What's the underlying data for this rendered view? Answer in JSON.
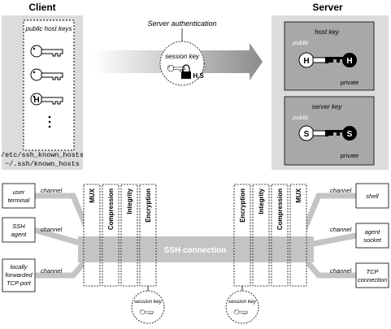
{
  "client": {
    "title": "Client",
    "public_host_keys_label": "public host keys",
    "key_letter": "H",
    "files": [
      "/etc/ssh_known_hosts",
      "~/.ssh/known_hosts"
    ]
  },
  "server": {
    "title": "Server",
    "host_key_label": "host key",
    "server_key_label": "server key",
    "public_label": "public",
    "private_label": "private",
    "host_key_letter": "H",
    "server_key_letter": "S"
  },
  "auth": {
    "title": "Server authentication",
    "session_key_label": "session key",
    "lock_label": "H,S"
  },
  "layers": {
    "left": [
      "MUX",
      "Compression",
      "Integrity",
      "Encryption"
    ],
    "right": [
      "Encryption",
      "Integrity",
      "Compression",
      "MUX"
    ]
  },
  "connection_label": "SSH connection",
  "channel_label": "channel",
  "client_endpoints": [
    [
      "user",
      "terminal"
    ],
    [
      "SSH",
      "agent"
    ],
    [
      "locally",
      "forwarded",
      "TCP port"
    ]
  ],
  "server_endpoints": [
    [
      "shell"
    ],
    [
      "agent",
      "socket"
    ],
    [
      "TCP",
      "connection"
    ]
  ],
  "bottom_session_key_label": "session key"
}
